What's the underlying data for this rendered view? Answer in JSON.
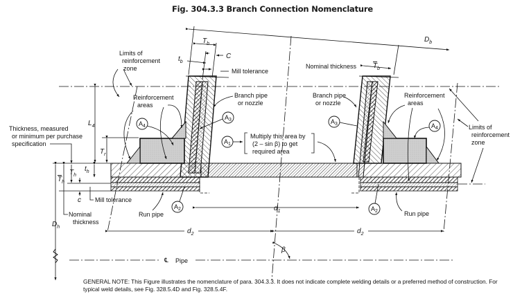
{
  "figure": {
    "title": "Fig. 304.3.3   Branch Connection Nomenclature",
    "general_note": "GENERAL NOTE: This Figure illustrates the nomenclature of para. 304.3.3. It does not indicate complete welding details or a preferred method of construction. For typical weld details, see Fig. 328.5.4D and Fig. 328.5.4F."
  },
  "labels": {
    "limits_left": [
      "Limits of",
      "reinforcement",
      "zone"
    ],
    "limits_right": [
      "Limits of",
      "reinforcement",
      "zone"
    ],
    "reinf_left": [
      "Reinforcement",
      "areas"
    ],
    "reinf_right": [
      "Reinforcement",
      "areas"
    ],
    "branch_left": [
      "Branch pipe",
      "or nozzle"
    ],
    "branch_right": [
      "Branch pipe",
      "or nozzle"
    ],
    "mill_tol_top": "Mill tolerance",
    "mill_tol_bottom": "Mill tolerance",
    "nominal_thickness_top": "Nominal thickness",
    "nominal_thickness_bottom": [
      "Nominal",
      "thickness"
    ],
    "thickness_measured": [
      "Thickness, measured",
      "or minimum per purchase",
      "specification"
    ],
    "run_pipe_left": "Run pipe",
    "run_pipe_right": "Run pipe",
    "multiply": [
      "Multiply this area by",
      "(2 – sin β) to get",
      "required area"
    ],
    "pipe_centerline": "Pipe",
    "centerline_symbol": "℄"
  },
  "symbols": {
    "Db": "D",
    "Db_sub": "b",
    "Tb": "T",
    "Tb_sub": "b",
    "tb": "t",
    "tb_sub": "b",
    "C": "C",
    "Tb_bar": "T",
    "Tb_bar_sub": "b",
    "L4": "L",
    "L4_sub": "4",
    "Tr": "T",
    "Tr_sub": "r",
    "th": "t",
    "th_sub": "h",
    "Th": "T",
    "Th_sub": "h",
    "Th_bar": "T",
    "Th_bar_sub": "h",
    "c": "c",
    "Dh": "D",
    "Dh_sub": "h",
    "d1": "d",
    "d1_sub": "1",
    "d2": "d",
    "d2_sub": "2",
    "beta": "β"
  },
  "area_markers": {
    "A1": {
      "letter": "A",
      "sub": "1"
    },
    "A2": {
      "letter": "A",
      "sub": "2"
    },
    "A3": {
      "letter": "A",
      "sub": "3"
    },
    "A4": {
      "letter": "A",
      "sub": "4"
    }
  }
}
